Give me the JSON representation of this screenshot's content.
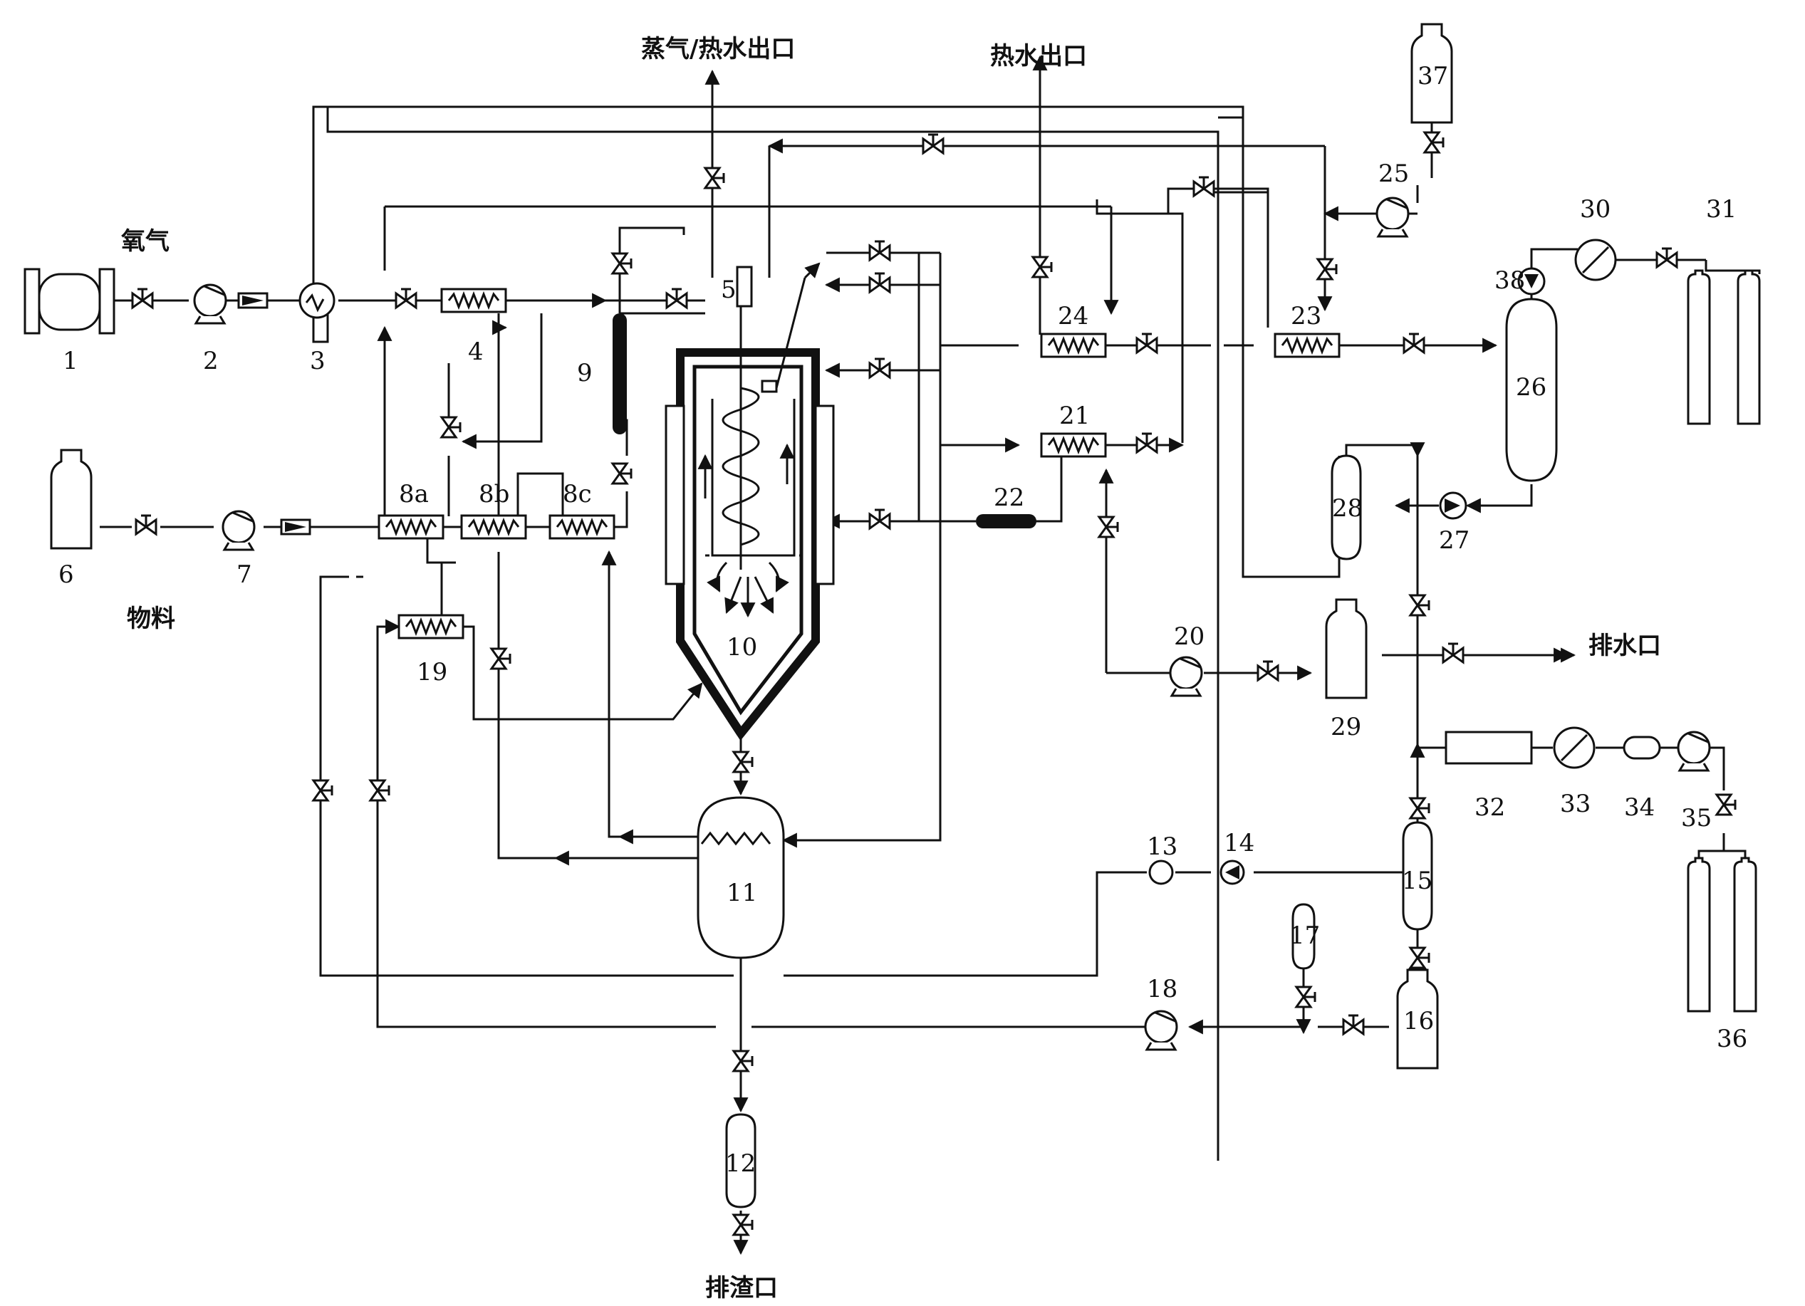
{
  "labels": {
    "oxygen": "氧气",
    "material": "物料",
    "steam_hotwater_outlet": "蒸气/热水出口",
    "hotwater_outlet": "热水出口",
    "drain_outlet": "排水口",
    "slag_outlet": "排渣口"
  },
  "numbers": {
    "n1": "1",
    "n2": "2",
    "n3": "3",
    "n4": "4",
    "n5": "5",
    "n6": "6",
    "n7": "7",
    "n8a": "8a",
    "n8b": "8b",
    "n8c": "8c",
    "n9": "9",
    "n10": "10",
    "n11": "11",
    "n12": "12",
    "n13": "13",
    "n14": "14",
    "n15": "15",
    "n16": "16",
    "n17": "17",
    "n18": "18",
    "n19": "19",
    "n20": "20",
    "n21": "21",
    "n22": "22",
    "n23": "23",
    "n24": "24",
    "n25": "25",
    "n26": "26",
    "n27": "27",
    "n28": "28",
    "n29": "29",
    "n30": "30",
    "n31": "31",
    "n32": "32",
    "n33": "33",
    "n34": "34",
    "n35": "35",
    "n36": "36",
    "n37": "37",
    "n38": "38"
  }
}
